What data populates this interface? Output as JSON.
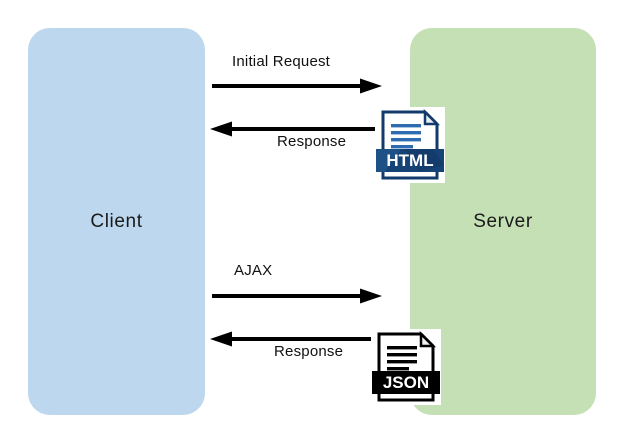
{
  "diagram": {
    "title": "Client Server AJAX Request Response Flow",
    "background": "#ffffff",
    "nodes": [
      {
        "id": "client",
        "label": "Client",
        "fill": "#bdd7ee",
        "shape": "rounded-rectangle"
      },
      {
        "id": "server",
        "label": "Server",
        "fill": "#c5e0b4",
        "shape": "rounded-rectangle"
      }
    ],
    "flows": [
      {
        "id": "initial-request",
        "label": "Initial Request",
        "direction": "client-to-server",
        "label_position": "above",
        "color": "#000000"
      },
      {
        "id": "html-response",
        "label": "Response",
        "direction": "server-to-client",
        "label_position": "below",
        "color": "#000000",
        "payload": "HTML"
      },
      {
        "id": "ajax-request",
        "label": "AJAX",
        "direction": "client-to-server",
        "label_position": "above",
        "color": "#000000"
      },
      {
        "id": "json-response",
        "label": "Response",
        "direction": "server-to-client",
        "label_position": "below",
        "color": "#000000",
        "payload": "JSON"
      }
    ],
    "payload_icons": [
      {
        "id": "html-file",
        "label": "HTML",
        "band_color": "#123a6b",
        "text_color": "#ffffff",
        "line_color": "#2e6bb0",
        "icon_name": "html-file-icon"
      },
      {
        "id": "json-file",
        "label": "JSON",
        "band_color": "#000000",
        "text_color": "#ffffff",
        "line_color": "#000000",
        "icon_name": "json-file-icon"
      }
    ]
  }
}
